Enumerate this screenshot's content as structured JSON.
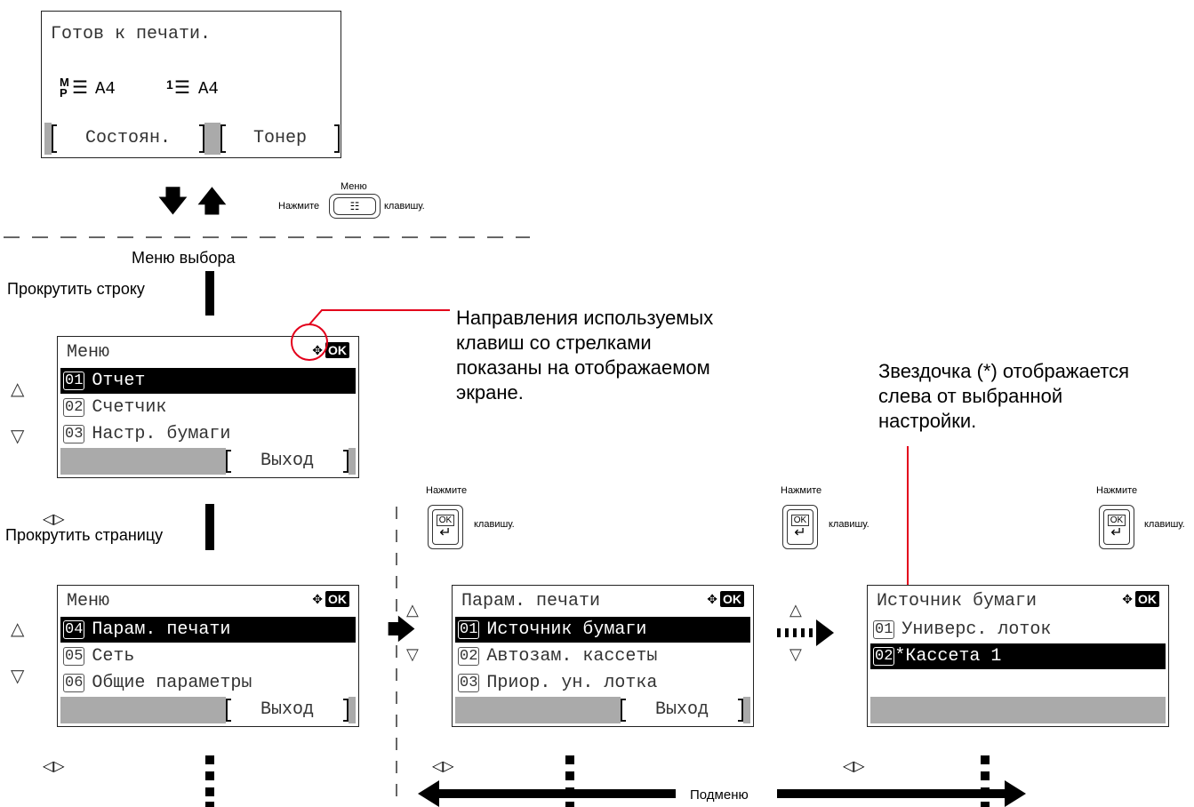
{
  "ready_screen": {
    "title": "Готов к печати.",
    "mp_paper": "A4",
    "tray_paper": "A4",
    "softkey_left": "Состоян.",
    "softkey_right": "Тонер"
  },
  "menu_key_hint": {
    "key_label": "Меню",
    "press": "Нажмите",
    "key_word": "клавишу."
  },
  "select_menu_label": "Меню выбора",
  "scroll_row_label": "Прокрутить строку",
  "scroll_page_label": "Прокрутить страницу",
  "nav_note": "Направления используемых клавиш со стрелками показаны на отображаемом экране.",
  "asterisk_note": "Звездочка (*) отображается слева от выбранной настройки.",
  "ok_key_hint": {
    "press": "Нажмите",
    "key_word": "клавишу.",
    "ok": "OK",
    "ret": "↵"
  },
  "menu_page1": {
    "title": "Меню",
    "items": [
      {
        "num": "01",
        "label": "Отчет"
      },
      {
        "num": "02",
        "label": "Счетчик"
      },
      {
        "num": "03",
        "label": "Настр. бумаги"
      }
    ],
    "softkey": "Выход"
  },
  "menu_page2": {
    "title": "Меню",
    "items": [
      {
        "num": "04",
        "label": "Парам. печати"
      },
      {
        "num": "05",
        "label": "Сеть"
      },
      {
        "num": "06",
        "label": "Общие параметры"
      }
    ],
    "softkey": "Выход"
  },
  "print_params": {
    "title": "Парам. печати",
    "items": [
      {
        "num": "01",
        "label": "Источник бумаги"
      },
      {
        "num": "02",
        "label": "Автозам. кассеты"
      },
      {
        "num": "03",
        "label": "Приор. ун. лотка"
      }
    ],
    "softkey": "Выход"
  },
  "paper_source": {
    "title": "Источник бумаги",
    "items": [
      {
        "num": "01",
        "label": "Универс. лоток"
      },
      {
        "num": "02",
        "label": "*Кассета 1"
      }
    ]
  },
  "ok_badge": "OK",
  "submenu_label": "Подменю",
  "colors": {
    "highlight_red": "#e3001b",
    "softkey_bar": "#aaaaaa"
  }
}
